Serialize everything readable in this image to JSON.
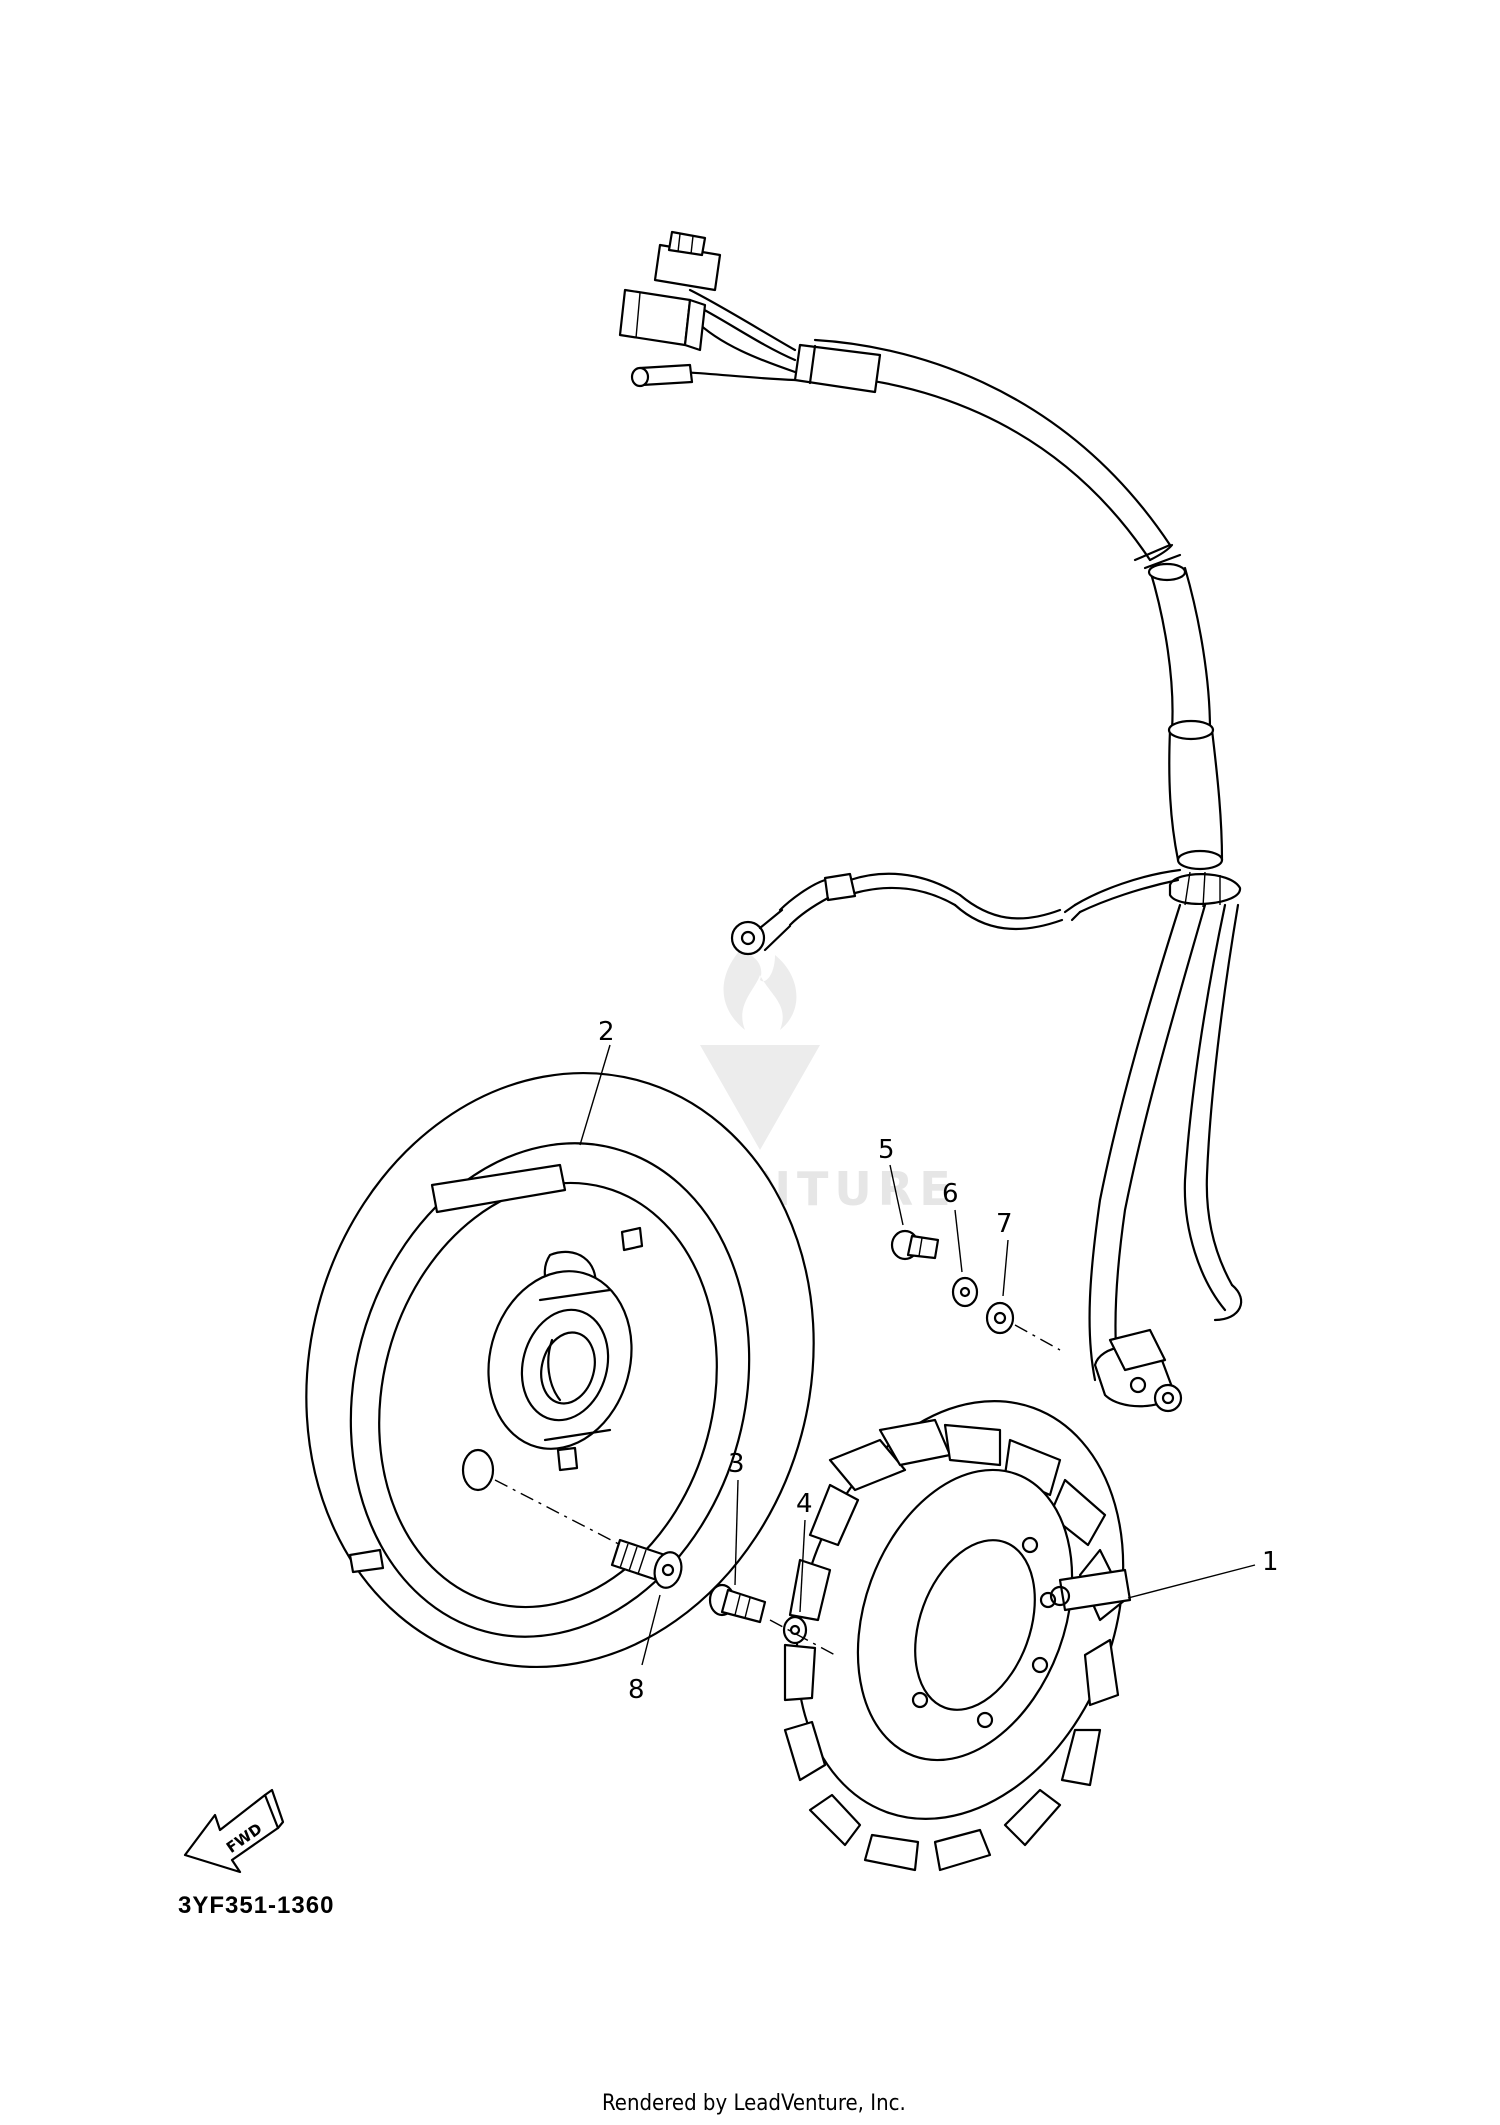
{
  "diagram": {
    "callouts": [
      {
        "id": "1",
        "label": "1"
      },
      {
        "id": "2",
        "label": "2"
      },
      {
        "id": "3",
        "label": "3"
      },
      {
        "id": "4",
        "label": "4"
      },
      {
        "id": "5",
        "label": "5"
      },
      {
        "id": "6",
        "label": "6"
      },
      {
        "id": "7",
        "label": "7"
      },
      {
        "id": "8",
        "label": "8"
      }
    ],
    "fwd_label": "FWD",
    "part_code": "3YF351-1360",
    "watermark": "LEADVENTURE",
    "credit": "Rendered by LeadVenture, Inc."
  }
}
